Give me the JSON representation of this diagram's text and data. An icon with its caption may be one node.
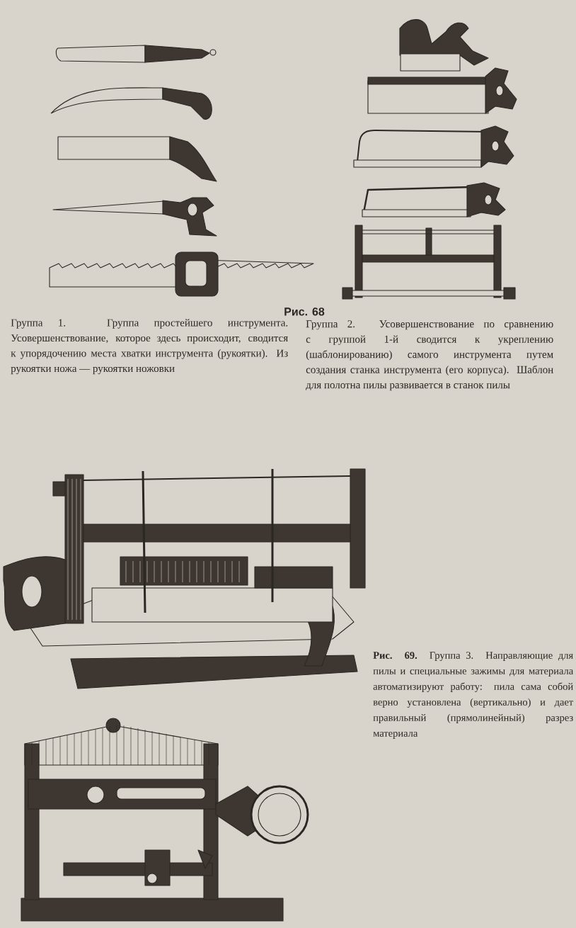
{
  "diagram": {
    "labels": [
      "Рис. 68",
      "Группа 1. Группа простейшего инструмента. Усовершенствование, которое здесь происходит, сводится к упорядочению места хватки инструмента (рукоятки). Из рукоятки ножа — рукоятки ножовки",
      "Группа 2. Усовершенствование по сравнению с группой 1-й сводится к укреплению (шаблонированию) самого инструмента путем создания станка инструмента (его корпуса). Шаблон для полотна пилы развивается в станок пилы",
      "**Рис. 69.** Группа 3. Направляющие для пилы и специальные зажимы для материала автоматизируют работу: пила сама собой верно установлена (вертикально) и дает правильный (прямолинейный) разрез материала"
    ]
  }
}
